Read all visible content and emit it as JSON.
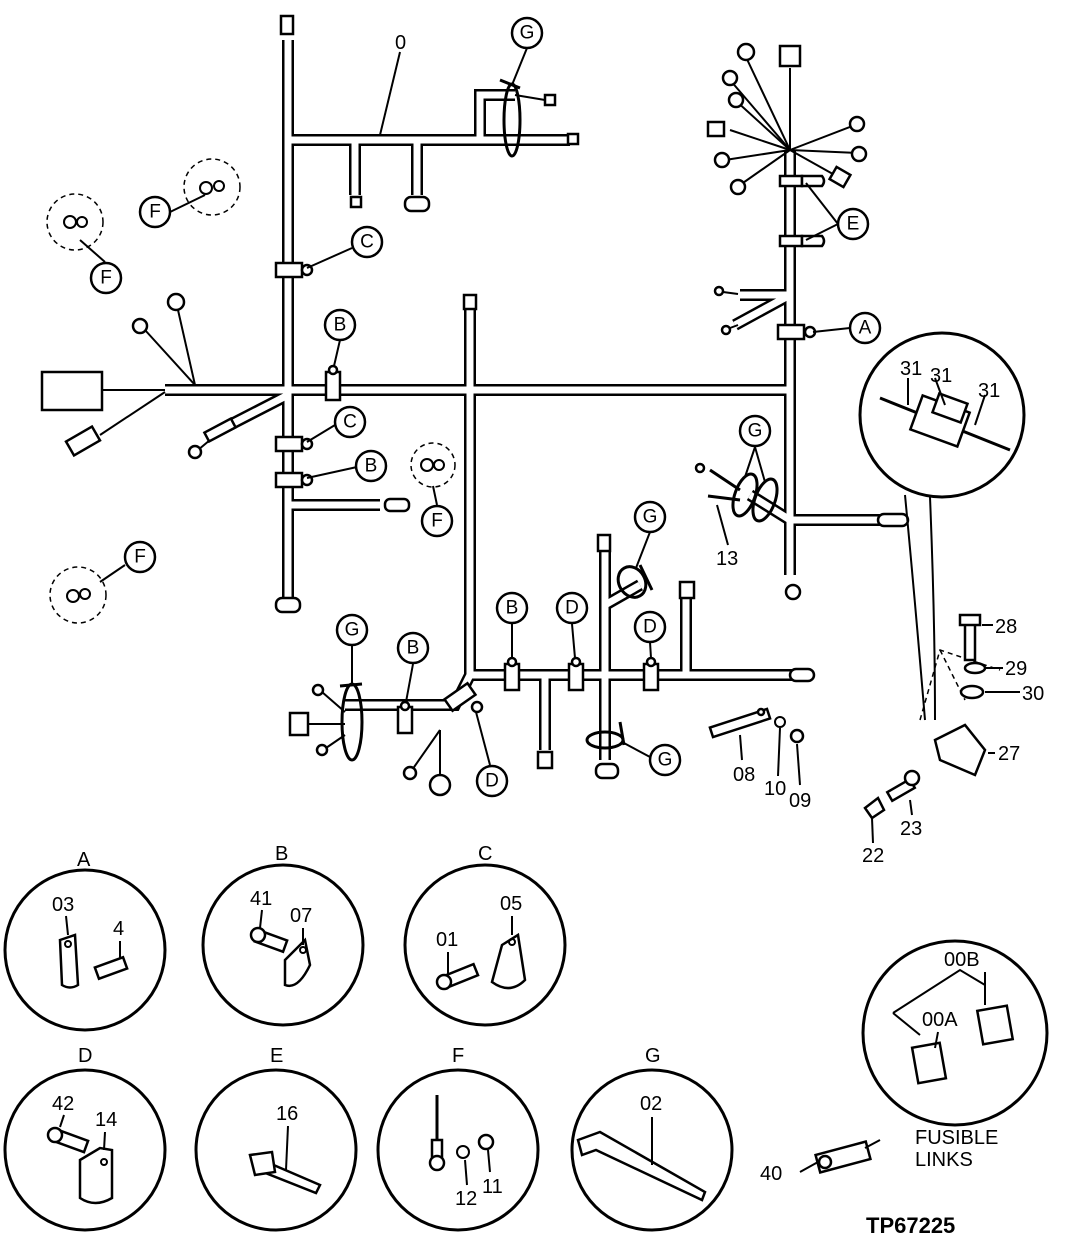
{
  "diagram": {
    "callouts": {
      "harness": "0",
      "part_13": "13",
      "part_28": "28",
      "part_29": "29",
      "part_30": "30",
      "part_27": "27",
      "part_23": "23",
      "part_22": "22",
      "part_08": "08",
      "part_10": "10",
      "part_09": "09",
      "part_31": "31"
    },
    "clip_letters": {
      "A": "A",
      "B": "B",
      "C": "C",
      "D": "D",
      "E": "E",
      "F": "F",
      "G": "G"
    },
    "detail_views": [
      {
        "title": "A",
        "parts": [
          "03",
          "4"
        ]
      },
      {
        "title": "B",
        "parts": [
          "41",
          "07"
        ]
      },
      {
        "title": "C",
        "parts": [
          "01",
          "05"
        ]
      },
      {
        "title": "D",
        "parts": [
          "42",
          "14"
        ]
      },
      {
        "title": "E",
        "parts": [
          "16"
        ]
      },
      {
        "title": "F",
        "parts": [
          "12",
          "11"
        ]
      },
      {
        "title": "G",
        "parts": [
          "02"
        ]
      }
    ],
    "fusible_links": {
      "parts": [
        "00B",
        "00A"
      ],
      "connector_part": "40",
      "label_line1": "FUSIBLE",
      "label_line2": "LINKS"
    },
    "figure_id": "TP67225"
  }
}
